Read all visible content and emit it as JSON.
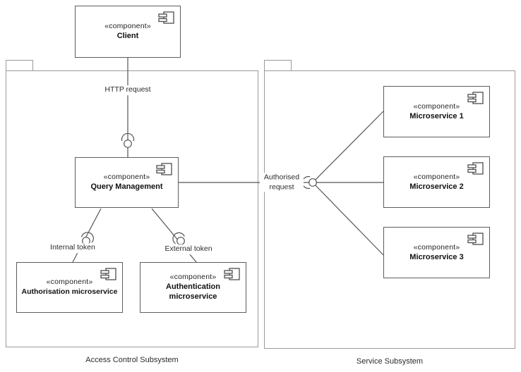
{
  "diagram": {
    "packages": {
      "access_control": {
        "label": "Access Control Subsystem"
      },
      "service": {
        "label": "Service Subsystem"
      }
    },
    "components": {
      "client": {
        "stereotype": "«component»",
        "name": "Client"
      },
      "query_management": {
        "stereotype": "«component»",
        "name": "Query Management"
      },
      "authorisation": {
        "stereotype": "«component»",
        "name": "Authorisation microservice"
      },
      "authentication": {
        "stereotype": "«component»",
        "name": "Authentication microservice"
      },
      "microservice1": {
        "stereotype": "«component»",
        "name": "Microservice 1"
      },
      "microservice2": {
        "stereotype": "«component»",
        "name": "Microservice 2"
      },
      "microservice3": {
        "stereotype": "«component»",
        "name": "Microservice 3"
      }
    },
    "connectors": {
      "http_request": {
        "label": "HTTP request"
      },
      "internal_token": {
        "label": "Internal token"
      },
      "external_token": {
        "label": "External token"
      },
      "authorised_request": {
        "label": "Authorised request"
      }
    },
    "colors": {
      "line": "#555555",
      "frame_border": "#9a9a9a",
      "box_border": "#5d5d5d",
      "background": "#ffffff"
    }
  }
}
